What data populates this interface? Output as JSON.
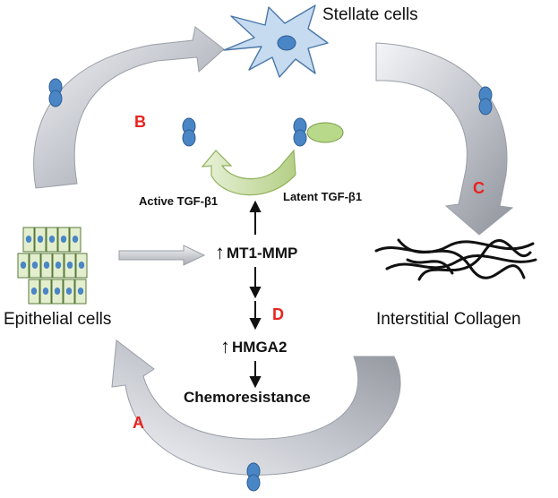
{
  "nodes": {
    "stellate": "Stellate cells",
    "epithelial": "Epithelial cells",
    "collagen": "Interstitial Collagen"
  },
  "center": {
    "active": "Active TGF-β1",
    "latent": "Latent TGF-β1",
    "mt1mmp": "MT1-MMP",
    "hmga2": "HMGA2",
    "chemo": "Chemoresistance",
    "up_arrow": "↑"
  },
  "markers": {
    "a": "A",
    "b": "B",
    "c": "C",
    "d": "D"
  },
  "colors": {
    "arrow_gray": "#b9bcc4",
    "cell_blue": "#4a86c5",
    "stellate_fill": "#c6dbf0",
    "epi_fill": "#e3eecf",
    "epi_border": "#5a7a3a",
    "green_arrow": "#c8dca0",
    "label_red": "#e8231f"
  }
}
